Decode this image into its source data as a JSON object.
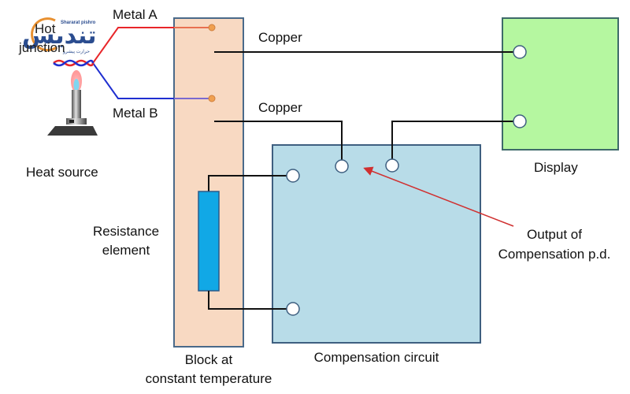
{
  "title": "Thermocouple with cold junction compensation",
  "labels": {
    "metal_a": "Metal A",
    "metal_b": "Metal B",
    "copper_1": "Copper",
    "copper_2": "Copper",
    "hot_junction_line1": "Hot",
    "hot_junction_line2": "junction",
    "heat_source": "Heat source",
    "resistance_line1": "Resistance",
    "resistance_line2": "element",
    "display": "Display",
    "output_line1": "Output of",
    "output_line2": "Compensation p.d.",
    "block_line1": "Block at",
    "block_line2": "constant temperature",
    "compensation_circuit": "Compensation circuit"
  },
  "watermark": {
    "main": "تندیس",
    "sub_latin": "Shararat pishro",
    "sub_persian": "حرارت پیشرو"
  },
  "colors": {
    "metal_a_wire": "#e8262a",
    "metal_b_wire": "#1f2fd0",
    "copper_wire": "#111111",
    "block_fill": "#f8d9c2",
    "block_border": "#4a6a8a",
    "compensation_fill": "#b8dce8",
    "display_fill": "#b5f7a0",
    "resistor_fill": "#11a8e6",
    "arrow": "#d03030",
    "terminal_dot": "#f0a050"
  }
}
